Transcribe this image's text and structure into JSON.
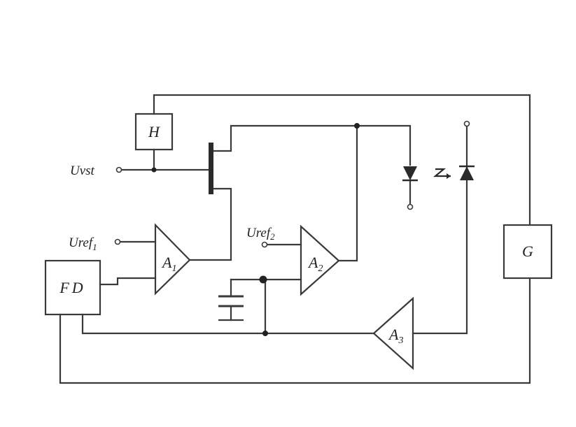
{
  "diagram": {
    "blocks": {
      "h": "H",
      "fd": "FD",
      "g": "G"
    },
    "amplifiers": {
      "a1": {
        "letter": "A",
        "sub": "1"
      },
      "a2": {
        "letter": "A",
        "sub": "2"
      },
      "a3": {
        "letter": "A",
        "sub": "3"
      }
    },
    "inputs": {
      "uvst": "Uvst",
      "uref1": {
        "main": "Uref",
        "sub": "1"
      },
      "uref2": {
        "main": "Uref",
        "sub": "2"
      }
    },
    "colors": {
      "line": "#3a3a3a",
      "background": "#ffffff"
    }
  }
}
